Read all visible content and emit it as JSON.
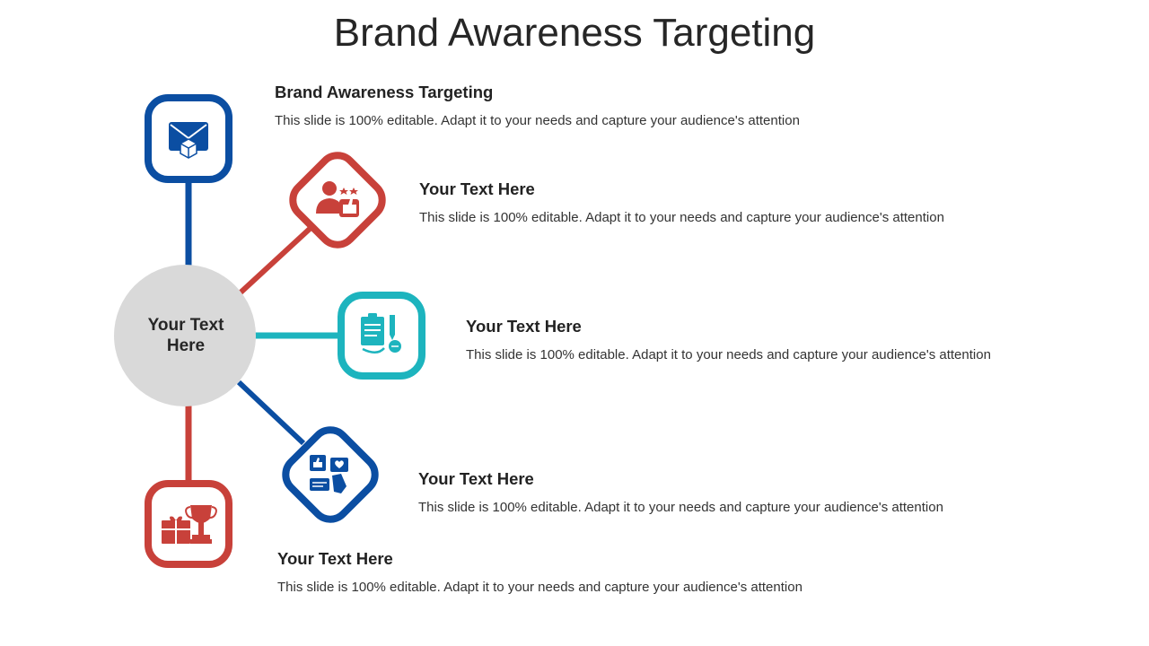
{
  "title": "Brand Awareness Targeting",
  "center": {
    "label": "Your Text Here"
  },
  "colors": {
    "blue": "#0B4EA2",
    "red": "#C8413A",
    "teal": "#1DB4BE",
    "center_fill": "#D9D9D9"
  },
  "items": [
    {
      "heading": "Brand Awareness Targeting",
      "description": "This slide is 100% editable. Adapt it to your needs and capture your audience's attention",
      "icon": "envelope-box-icon",
      "color": "blue"
    },
    {
      "heading": "Your Text Here",
      "description": "This slide is 100% editable. Adapt it to your needs and capture your audience's attention",
      "icon": "user-thumbs-up-rating-icon",
      "color": "red"
    },
    {
      "heading": "Your Text Here",
      "description": "This slide is 100% editable. Adapt it to your needs and capture your audience's attention",
      "icon": "clipboard-pencil-icon",
      "color": "teal"
    },
    {
      "heading": "Your Text Here",
      "description": "This slide is 100% editable. Adapt it to your needs and capture your audience's attention",
      "icon": "social-media-likes-icon",
      "color": "blue"
    },
    {
      "heading": "Your Text Here",
      "description": "This slide is 100% editable. Adapt it to your needs and capture your audience's attention",
      "icon": "gift-trophy-icon",
      "color": "red"
    }
  ]
}
